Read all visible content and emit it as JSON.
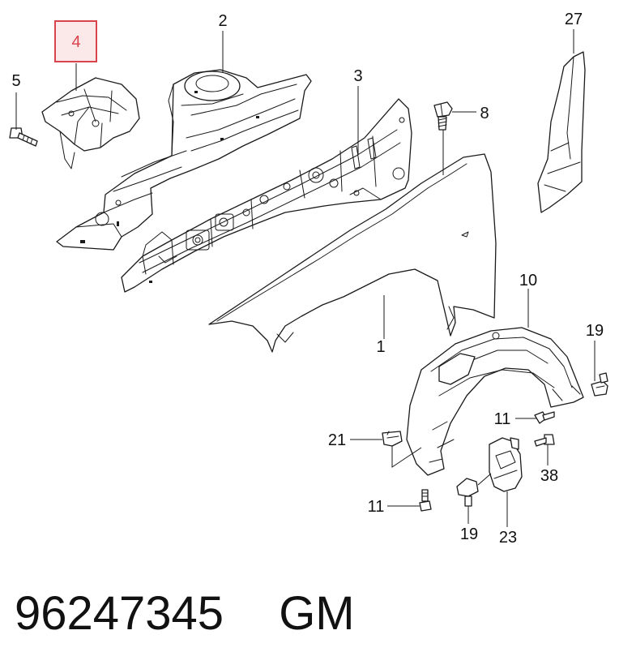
{
  "callouts": {
    "c1": "1",
    "c2": "2",
    "c3": "3",
    "c4": "4",
    "c5": "5",
    "c8": "8",
    "c10": "10",
    "c11a": "11",
    "c11b": "11",
    "c19a": "19",
    "c19b": "19",
    "c21": "21",
    "c23": "23",
    "c27": "27",
    "c38": "38"
  },
  "highlighted_callout": "4",
  "footer": {
    "part_number": "96247345",
    "brand": "GM"
  },
  "colors": {
    "highlight_border": "#d9434b",
    "highlight_fill": "#fbe9e9",
    "line": "#1a1a1a"
  }
}
